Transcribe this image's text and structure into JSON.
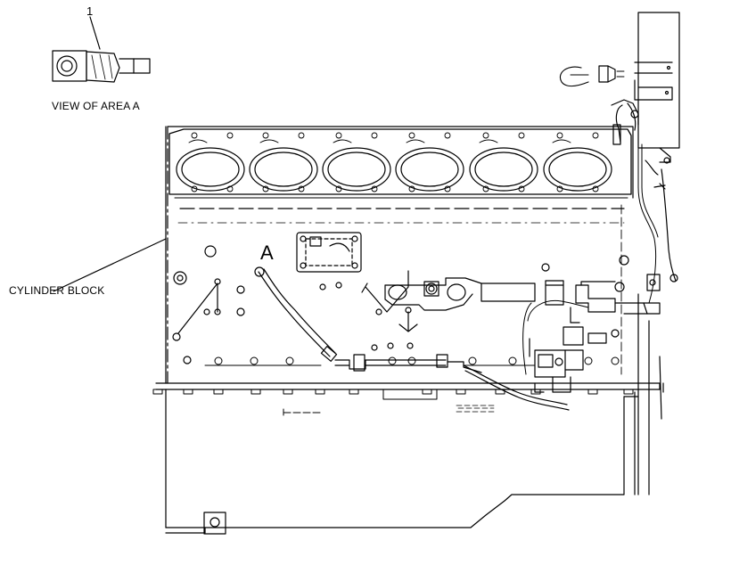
{
  "callout_number": "1",
  "view_label": "VIEW OF AREA A",
  "area_letter": "A",
  "block_label": "CYLINDER BLOCK"
}
